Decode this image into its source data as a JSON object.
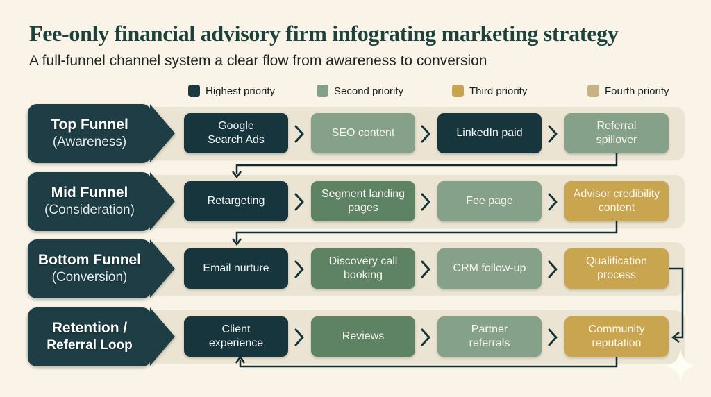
{
  "title": "Fee-only financial advisory firm infograting marketing strategy",
  "subtitle": "A full-funnel channel system a clear flow from awareness to conversion",
  "legend": {
    "items": [
      {
        "label": "Highest priority",
        "color": "#1b3a40"
      },
      {
        "label": "Second priority",
        "color": "#84a088"
      },
      {
        "label": "Third priority",
        "color": "#c8a44e"
      },
      {
        "label": "Fourth priority",
        "color": "#c7b286"
      }
    ]
  },
  "colors": {
    "background": "#f9f4e7",
    "row_band": "#ece4d2",
    "highest_priority_box": "#17353d",
    "second_priority_box": "#86a189",
    "second_priority_dark_box": "#5e8264",
    "third_priority_box": "#c9a54f",
    "stage_arrow": "#1e3d44",
    "connector_line": "#112b31",
    "title_text": "#1d423d"
  },
  "icons": {
    "chevron_right": "chevron-right-icon",
    "sparkle": "sparkle-icon"
  },
  "rows": [
    {
      "stage": {
        "line1": "Top Funnel",
        "line2": "(Awareness)"
      },
      "boxes": [
        {
          "label": "Google\nSearch Ads",
          "priority_class": "p-highest"
        },
        {
          "label": "SEO content",
          "priority_class": "p-second"
        },
        {
          "label": "LinkedIn paid",
          "priority_class": "p-highest"
        },
        {
          "label": "Referral\nspillover",
          "priority_class": "p-second"
        }
      ]
    },
    {
      "stage": {
        "line1": "Mid Funnel",
        "line2": "(Consideration)"
      },
      "boxes": [
        {
          "label": "Retargeting",
          "priority_class": "p-highest"
        },
        {
          "label": "Segment landing\npages",
          "priority_class": "p-second-dark"
        },
        {
          "label": "Fee page",
          "priority_class": "p-second"
        },
        {
          "label": "Advisor credibility\ncontent",
          "priority_class": "p-third"
        }
      ]
    },
    {
      "stage": {
        "line1": "Bottom Funnel",
        "line2": "(Conversion)"
      },
      "boxes": [
        {
          "label": "Email nurture",
          "priority_class": "p-highest"
        },
        {
          "label": "Discovery call\nbooking",
          "priority_class": "p-second-dark"
        },
        {
          "label": "CRM follow-up",
          "priority_class": "p-second"
        },
        {
          "label": "Qualification\nprocess",
          "priority_class": "p-third"
        }
      ]
    },
    {
      "stage": {
        "line1": "Retention /",
        "line2": "Referral Loop"
      },
      "boxes": [
        {
          "label": "Client\nexperience",
          "priority_class": "p-highest"
        },
        {
          "label": "Reviews",
          "priority_class": "p-second-dark"
        },
        {
          "label": "Partner\nreferrals",
          "priority_class": "p-second"
        },
        {
          "label": "Community\nreputation",
          "priority_class": "p-third"
        }
      ]
    }
  ]
}
